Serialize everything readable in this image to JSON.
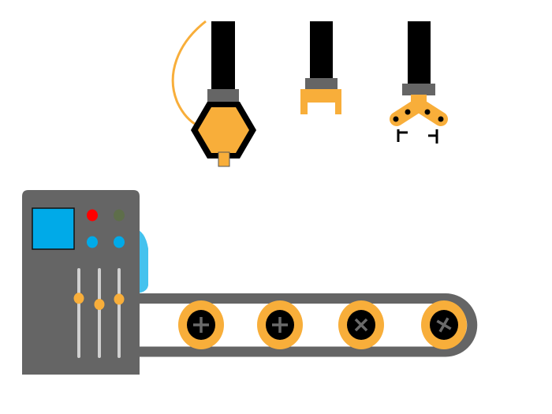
{
  "scene": {
    "colors": {
      "orange": "#F8AE3A",
      "machine_gray": "#656565",
      "arm_black": "#000000",
      "screen_blue": "#00AAE8",
      "light_blue": "#44C2EE",
      "indicator_red": "#FF0000",
      "indicator_green": "#5E6E4A",
      "slider_track": "#D0D0D0"
    },
    "sliders": [
      {
        "name": "slider-1",
        "level": 0.33
      },
      {
        "name": "slider-2",
        "level": 0.4
      },
      {
        "name": "slider-3",
        "level": 0.34
      }
    ],
    "rollers": [
      {
        "screw": "plus"
      },
      {
        "screw": "plus"
      },
      {
        "screw": "cross"
      },
      {
        "screw": "cross-tilted"
      }
    ]
  }
}
